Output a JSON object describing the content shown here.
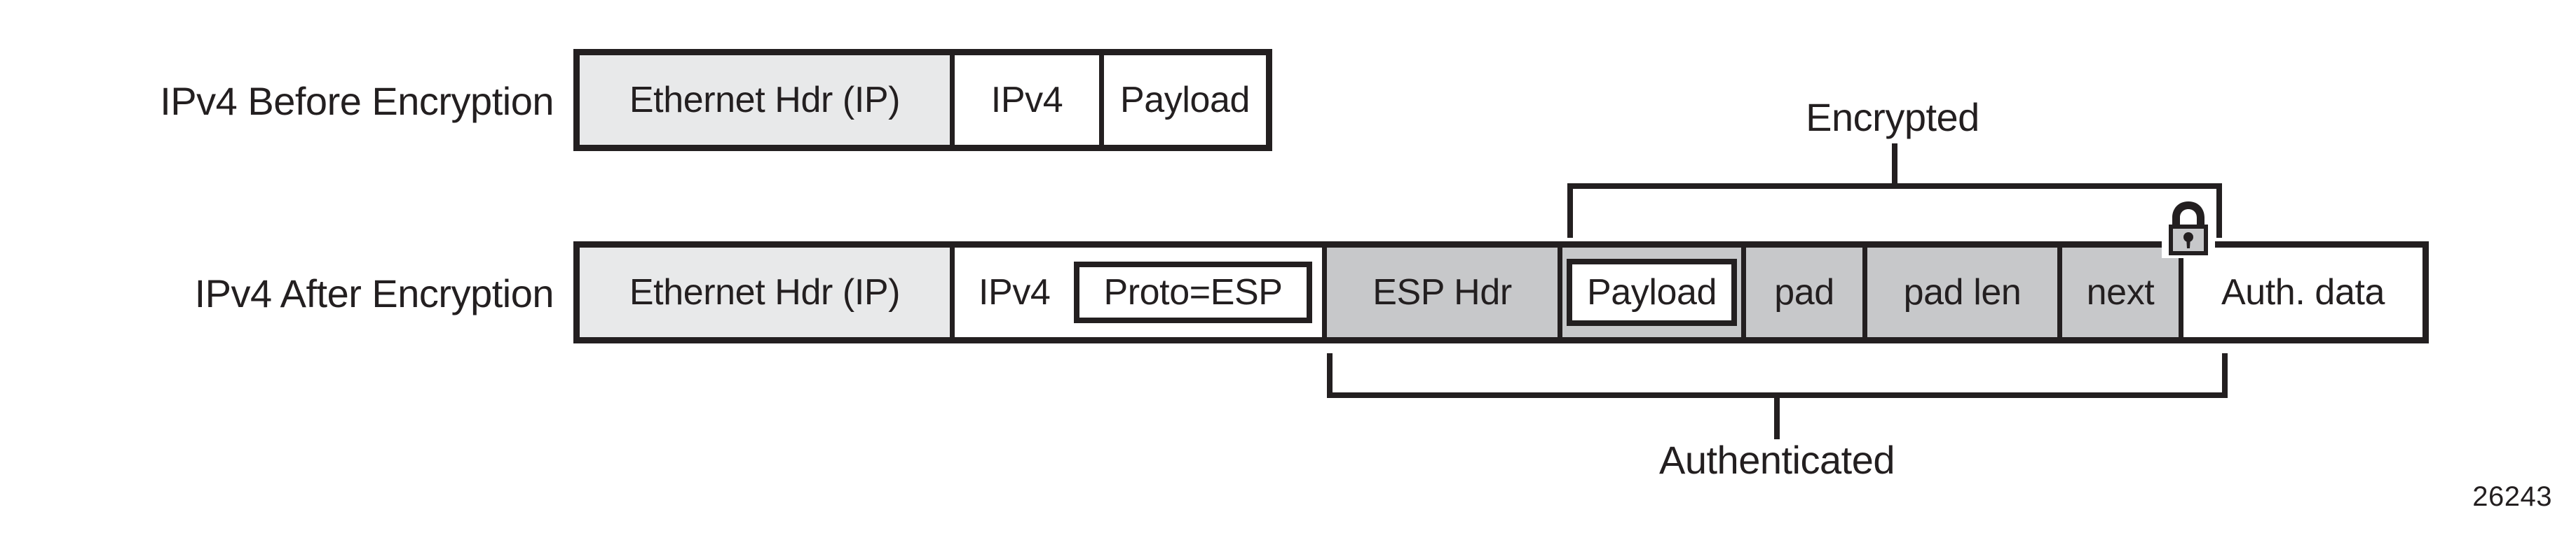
{
  "figure": {
    "number": "26243",
    "rows": [
      {
        "label": "IPv4 Before Encryption",
        "cells": [
          {
            "text": "Ethernet Hdr (IP)",
            "fill": "#e8e9ea"
          },
          {
            "text": "IPv4",
            "fill": "#ffffff"
          },
          {
            "text": "Payload",
            "fill": "#ffffff"
          }
        ]
      },
      {
        "label": "IPv4 After Encryption",
        "cells": [
          {
            "text": "Ethernet Hdr (IP)",
            "fill": "#e8e9ea"
          },
          {
            "text": "IPv4",
            "fill": "#ffffff",
            "inset": "Proto=ESP"
          },
          {
            "text": "ESP Hdr",
            "fill": "#c7c8ca"
          },
          {
            "text": "Payload",
            "fill": "#c7c8ca",
            "inset_fill": "#ffffff"
          },
          {
            "text": "pad",
            "fill": "#c7c8ca"
          },
          {
            "text": "pad len",
            "fill": "#c7c8ca"
          },
          {
            "text": "next",
            "fill": "#c7c8ca"
          },
          {
            "text": "Auth. data",
            "fill": "#ffffff"
          }
        ]
      }
    ],
    "brackets": [
      {
        "label": "Encrypted",
        "position": "above",
        "spans": [
          "Payload",
          "pad",
          "pad len",
          "next"
        ]
      },
      {
        "label": "Authenticated",
        "position": "below",
        "spans": [
          "ESP Hdr",
          "Payload",
          "pad",
          "pad len",
          "next"
        ]
      }
    ],
    "icons": [
      {
        "name": "padlock-icon",
        "meaning": "encrypted"
      }
    ],
    "colors": {
      "line": "#231f20",
      "fill_light_gray": "#e8e9ea",
      "fill_dark_gray": "#c7c8ca",
      "fill_white": "#ffffff",
      "background": "#ffffff"
    }
  }
}
